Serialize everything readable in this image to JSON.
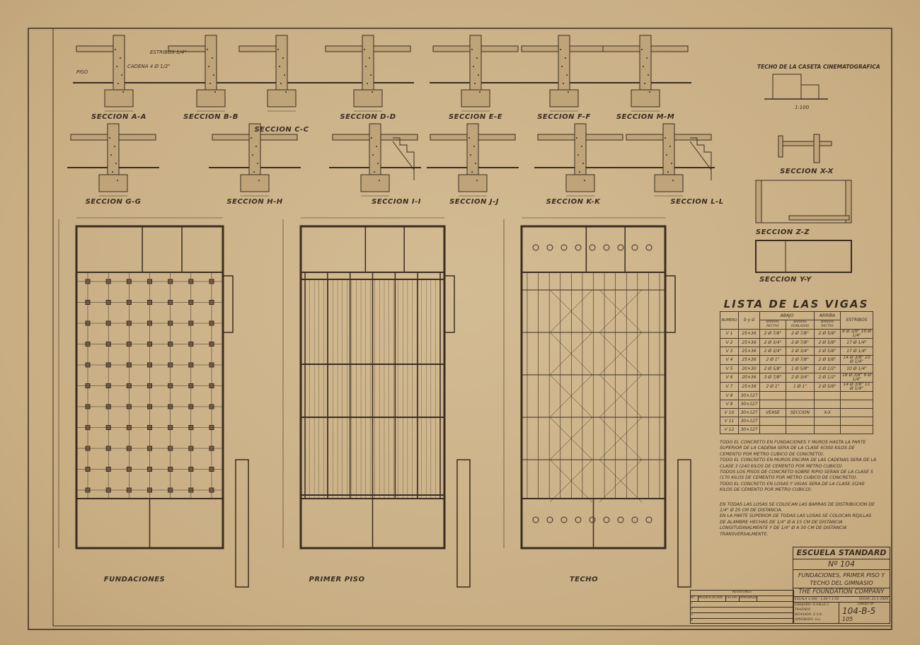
{
  "sections_row1": [
    "SECCION A-A",
    "SECCION B-B",
    "SECCION C-C",
    "SECCION D-D",
    "SECCION E-E",
    "SECCION F-F",
    "SECCION M-M"
  ],
  "sections_row2": [
    "SECCION G-G",
    "SECCION H-H",
    "SECCION I-I",
    "SECCION J-J",
    "SECCION K-K",
    "SECCION L-L"
  ],
  "labels": {
    "piso": "PISO",
    "cadena": "CADENA 4 Ø 1/2\"",
    "estribos": "ESTRIBOS 1/4\""
  },
  "caseta": {
    "title": "TECHO DE LA CASETA CINEMATOGRAFICA",
    "scale": "1:100"
  },
  "right_sections": [
    "SECCION X-X",
    "SECCION Z-Z",
    "SECCION Y-Y"
  ],
  "plans": {
    "fundaciones": "FUNDACIONES",
    "primer_piso": "PRIMER PISO",
    "techo": "TECHO"
  },
  "vigas": {
    "title": "LISTA DE LAS VIGAS",
    "headers": [
      "NUMERO",
      "b y d",
      "ABAJO",
      "ARRIBA",
      "ESTRIBOS"
    ],
    "subheaders": [
      "BARRAS RECTAS",
      "BARRAS DOBLADAS",
      "BARRAS RECTAS"
    ],
    "rows": [
      [
        "V 1",
        "25×36",
        "2 Ø 7/8\"",
        "2 Ø 7/8\"",
        "2 Ø 5/8\"",
        "8 Ø 3/8\" 10 Ø 1/4\""
      ],
      [
        "V 2",
        "25×36",
        "2 Ø 3/4\"",
        "2 Ø 7/8\"",
        "2 Ø 5/8\"",
        "17 Ø 1/4\""
      ],
      [
        "V 3",
        "25×36",
        "2 Ø 3/4\"",
        "2 Ø 3/4\"",
        "2 Ø 5/8\"",
        "17 Ø 1/4\""
      ],
      [
        "V 4",
        "25×36",
        "2 Ø 1\"",
        "2 Ø 7/8\"",
        "2 Ø 5/8\"",
        "14 Ø 3/8\" 10 Ø 1/4\""
      ],
      [
        "V 5",
        "20×30",
        "2 Ø 5/8\"",
        "1 Ø 5/8\"",
        "2 Ø 1/2\"",
        "10 Ø 1/4\""
      ],
      [
        "V 6",
        "20×36",
        "3 Ø 7/8\"",
        "2 Ø 3/4\"",
        "2 Ø 1/2\"",
        "18 Ø 3/8\" 9 Ø 1/4\""
      ],
      [
        "V 7",
        "25×36",
        "2 Ø 1\"",
        "1 Ø 1\"",
        "2 Ø 5/8\"",
        "14 Ø 3/8\" 11 Ø 1/4\""
      ],
      [
        "V 8",
        "30×127",
        "",
        "",
        "",
        ""
      ],
      [
        "V 9",
        "30×127",
        "",
        "",
        "",
        ""
      ],
      [
        "V 10",
        "30×127",
        "VEASE",
        "SECCION",
        "X-X",
        ""
      ],
      [
        "V 11",
        "30×127",
        "",
        "",
        "",
        ""
      ],
      [
        "V 12",
        "30×127",
        "",
        "",
        "",
        ""
      ]
    ]
  },
  "notes": [
    "TODO EL CONCRETO EN FUNDACIONES Y MUROS HASTA LA PARTE SUPERIOR DE LA CADENA SERA DE LA CLASE 4(300 KILOS DE CEMENTO POR METRO CUBICO DE CONCRETO).",
    "TODO EL CONCRETO EN MUROS ENCIMA DE LAS CADENAS SERA DE LA CLASE 3 (240 KILOS DE CEMENTO POR METRO CUBICO).",
    "TODOS LOS PISOS DE CONCRETO SOBRE RIPIO SERAN DE LA CLASE 5 (170 KILOS DE CEMENTO POR METRO CUBICO DE CONCRETO).",
    "TODO EL CONCRETO EN LOSAS Y VIGAS SERA DE LA CLASE 3(240 KILOS DE CEMENTO POR METRO CUBICO).",
    "EN TODAS LAS LOSAS SE COLOCAN LAS BARRAS DE DISTRIBUCION DE 1/4\" Ø 25 CM DE DISTANCIA.",
    "EN LA PARTE SUPERIOR DE TODAS LAS LOSAS SE COLOCAN REJILLAS DE ALAMBRE HECHAS DE 1/4\" Ø A 15 CM DE DISTANCIA LONGITUDINALMENTE Y DE 1/4\" Ø A 30 CM DE DISTANCIA TRANSVERSALMENTE."
  ],
  "title_block": {
    "school": "ESCUELA STANDARD",
    "number": "Nº 104",
    "subject": "FUNDACIONES, PRIMER PISO Y TECHO DEL GIMNASIO",
    "company": "THE FOUNDATION COMPANY",
    "scale": "ESCALA 1:100 - 1:20 Y 1:50",
    "date": "FECHA: 21-1-1929",
    "dibujado": "DIBUJADO: R.VALLE C.",
    "trazado": "TRAZADO",
    "revisado": "REVISADO: E.S.R.",
    "aprobado": "APROBADO: H.L.",
    "dibujo_label": "DIBUJO Nº",
    "drawing_no": "104-B-5",
    "sheet": "105"
  },
  "revisions": {
    "title": "REVISIONES",
    "cols": [
      "Nº",
      "MODIFICACION",
      "FECHA",
      "APROBADO"
    ],
    "rows": [
      "1",
      "2",
      "3",
      "4"
    ]
  }
}
